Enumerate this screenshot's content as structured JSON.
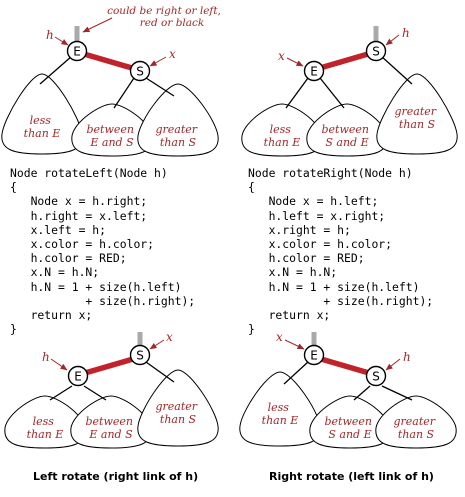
{
  "colors": {
    "red_link": "#c0242a",
    "black_link": "#000000",
    "label_red": "#a0282a",
    "parent_link": "#a9a9a9",
    "subtree_fill": "#ffffff",
    "node_fill": "#ffffff"
  },
  "top_left": {
    "note_line1": "could be right or left,",
    "note_line2": "red or black",
    "h": "h",
    "x": "x",
    "node_e": "E",
    "node_s": "S",
    "t1": [
      "less",
      "than E"
    ],
    "t2": [
      "between",
      "E and S"
    ],
    "t3": [
      "greater",
      "than S"
    ]
  },
  "top_right": {
    "h": "h",
    "x": "x",
    "node_e": "E",
    "node_s": "S",
    "t1": [
      "less",
      "than E"
    ],
    "t2": [
      "between",
      "S and E"
    ],
    "t3": [
      "greater",
      "than S"
    ]
  },
  "bottom_left": {
    "h": "h",
    "x": "x",
    "node_e": "E",
    "node_s": "S",
    "t1": [
      "less",
      "than E"
    ],
    "t2": [
      "between",
      "E and S"
    ],
    "t3": [
      "greater",
      "than S"
    ]
  },
  "bottom_right": {
    "h": "h",
    "x": "x",
    "node_e": "E",
    "node_s": "S",
    "t1": [
      "less",
      "than E"
    ],
    "t2": [
      "between",
      "S and E"
    ],
    "t3": [
      "greater",
      "than S"
    ]
  },
  "code_left": "Node rotateLeft(Node h)\n{\n   Node x = h.right;\n   h.right = x.left;\n   x.left = h;\n   x.color = h.color;\n   h.color = RED;\n   x.N = h.N;\n   h.N = 1 + size(h.left)\n           + size(h.right);\n   return x;\n}",
  "code_right": "Node rotateRight(Node h)\n{\n   Node x = h.left;\n   h.left = x.right;\n   x.right = h;\n   x.color = h.color;\n   h.color = RED;\n   x.N = h.N;\n   h.N = 1 + size(h.left)\n           + size(h.right);\n   return x;\n}",
  "caption_left": "Left rotate (right link of h)",
  "caption_right": "Right rotate (left link of h)"
}
